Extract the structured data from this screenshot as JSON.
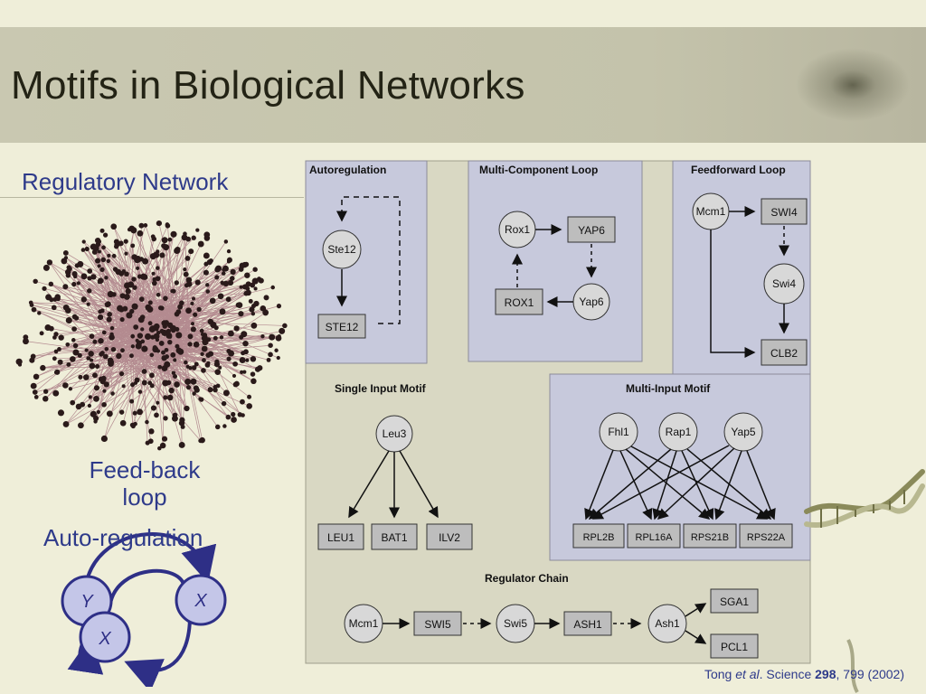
{
  "slide": {
    "title": "Motifs in Biological Networks",
    "left_heading": "Regulatory Network",
    "feedback_line1": "Feed-back",
    "feedback_line2": "loop",
    "autoreg_label": "Auto-regulation",
    "loop_nodes": {
      "y": "Y",
      "x_right": "X",
      "x_bottom": "X"
    }
  },
  "citation": {
    "author": "Tong",
    "etal": "et al",
    "journal": ". Science ",
    "volume": "298",
    "rest": ", 799 (2002)"
  },
  "figure": {
    "autoregulation": {
      "title": "Autoregulation",
      "node": "Ste12",
      "box": "STE12"
    },
    "multi_component": {
      "title": "Multi-Component Loop",
      "n1": "Rox1",
      "b1": "YAP6",
      "n2": "Yap6",
      "b2": "ROX1"
    },
    "feedforward": {
      "title": "Feedforward Loop",
      "n1": "Mcm1",
      "b1": "SWI4",
      "n2": "Swi4",
      "b2": "CLB2"
    },
    "single_input": {
      "title": "Single Input Motif",
      "node": "Leu3",
      "boxes": [
        "LEU1",
        "BAT1",
        "ILV2"
      ]
    },
    "multi_input": {
      "title": "Multi-Input Motif",
      "nodes": [
        "Fhl1",
        "Rap1",
        "Yap5"
      ],
      "boxes": [
        "RPL2B",
        "RPL16A",
        "RPS21B",
        "RPS22A"
      ]
    },
    "regulator_chain": {
      "title": "Regulator Chain",
      "n1": "Mcm1",
      "b1": "SWI5",
      "n2": "Swi5",
      "b2": "ASH1",
      "n3": "Ash1",
      "b3": "SGA1",
      "b4": "PCL1"
    }
  },
  "colors": {
    "accent_text": "#2e3a8a",
    "panel_blue": "#c7c9dc",
    "panel_beige": "#d9d8c3",
    "node_fill": "#d8d8d8",
    "network_edge": "#a06a78",
    "network_node": "#2a1a1a"
  }
}
